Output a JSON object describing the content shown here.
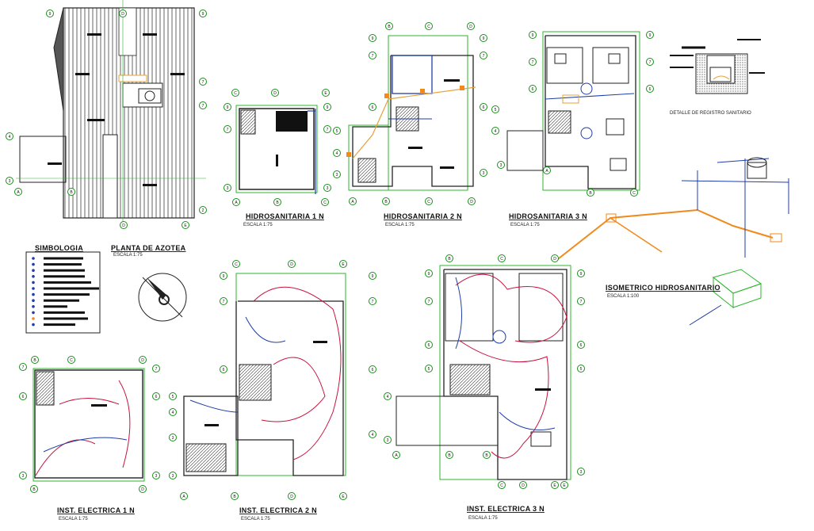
{
  "titles": {
    "plan_roof": "PLANTA DE AZOTEA",
    "plan_roof_scale": "ESCALA 1:75",
    "symbols": "SIMBOLOGIA",
    "hidro_1": "HIDROSANITARIA 1 N",
    "hidro_1_scale": "ESCALA 1:75",
    "hidro_2": "HIDROSANITARIA 2 N",
    "hidro_2_scale": "ESCALA 1:75",
    "hidro_3": "HIDROSANITARIA 3 N",
    "hidro_3_scale": "ESCALA 1:75",
    "isometric": "ISOMETRICO HIDROSANITARIO",
    "isometric_scale": "ESCALA 1:100",
    "detail": "DETALLE DE REGISTRO SANITARIO",
    "elec_1": "INST. ELECTRICA 1 N",
    "elec_1_scale": "ESCALA 1:75",
    "elec_2": "INST. ELECTRICA 2 N",
    "elec_2_scale": "ESCALA 1:75",
    "elec_3": "INST. ELECTRICA 3 N",
    "elec_3_scale": "ESCALA 1:75"
  },
  "axis_labels": {
    "numbers": [
      "1",
      "2",
      "3",
      "4",
      "5",
      "6",
      "7",
      "8",
      "9"
    ],
    "letters": [
      "A",
      "B",
      "C",
      "D",
      "E"
    ]
  },
  "colors": {
    "lines": "#222222",
    "boundary": "#2bb52b",
    "water": "#1f3ea8",
    "drain": "#f08a1c",
    "circuit": "#c8123c",
    "fill_dark": "#111111"
  }
}
